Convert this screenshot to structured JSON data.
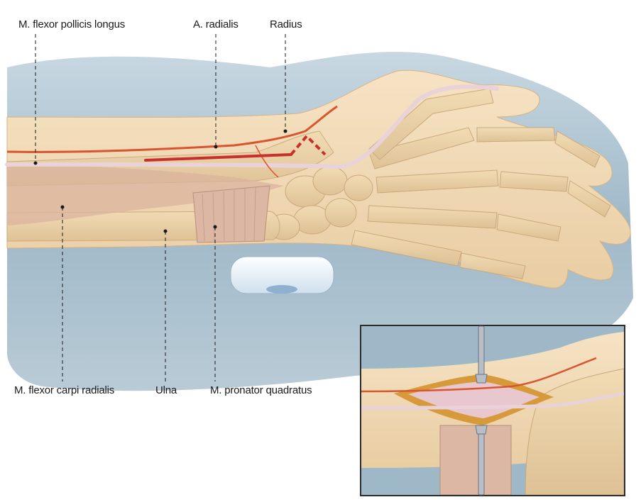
{
  "labels": {
    "fpl": "M. flexor pollicis longus",
    "a_radialis": "A. radialis",
    "radius": "Radius",
    "fcr": "M. flexor carpi radialis",
    "ulna": "Ulna",
    "pq": "M. pronator quadratus"
  },
  "colors": {
    "background_blue": "#9fb8c8",
    "skin": "#f1d9b3",
    "bone": "#ead2a6",
    "muscle": "#dcb7a3",
    "artery": "#d9552f",
    "incision": "#c9302c",
    "tendon": "#e9d2d8",
    "leader_line": "#1a1a1a"
  },
  "icons": {
    "bolster": "foam-roll-icon",
    "retractor": "retractor-icon"
  }
}
